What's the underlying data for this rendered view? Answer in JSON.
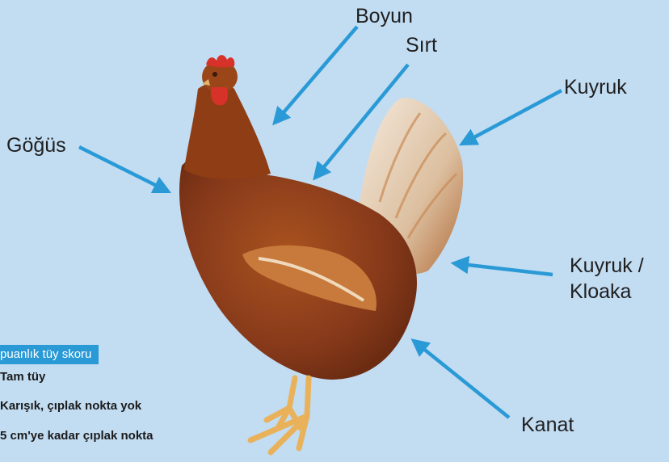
{
  "colors": {
    "background": "#c2dcf2",
    "arrow": "#2a9ad6",
    "legend_header_bg": "#2a9ad6",
    "hen_body": "#8e3d14",
    "hen_tail": "#e8d8c6",
    "hen_legs": "#e9b25a",
    "comb": "#d6322a"
  },
  "labels": {
    "boyun": "Boyun",
    "sirt": "Sırt",
    "kuyruk": "Kuyruk",
    "gogus": "Göğüs",
    "kuyruk_kloaka_line1": "Kuyruk /",
    "kuyruk_kloaka_line2": "Kloaka",
    "kanat": "Kanat"
  },
  "legend": {
    "title": "puanlık tüy skoru",
    "items": [
      "Tam tüy",
      "Karışık, çıplak nokta yok",
      "5 cm'ye kadar çıplak nokta"
    ]
  }
}
